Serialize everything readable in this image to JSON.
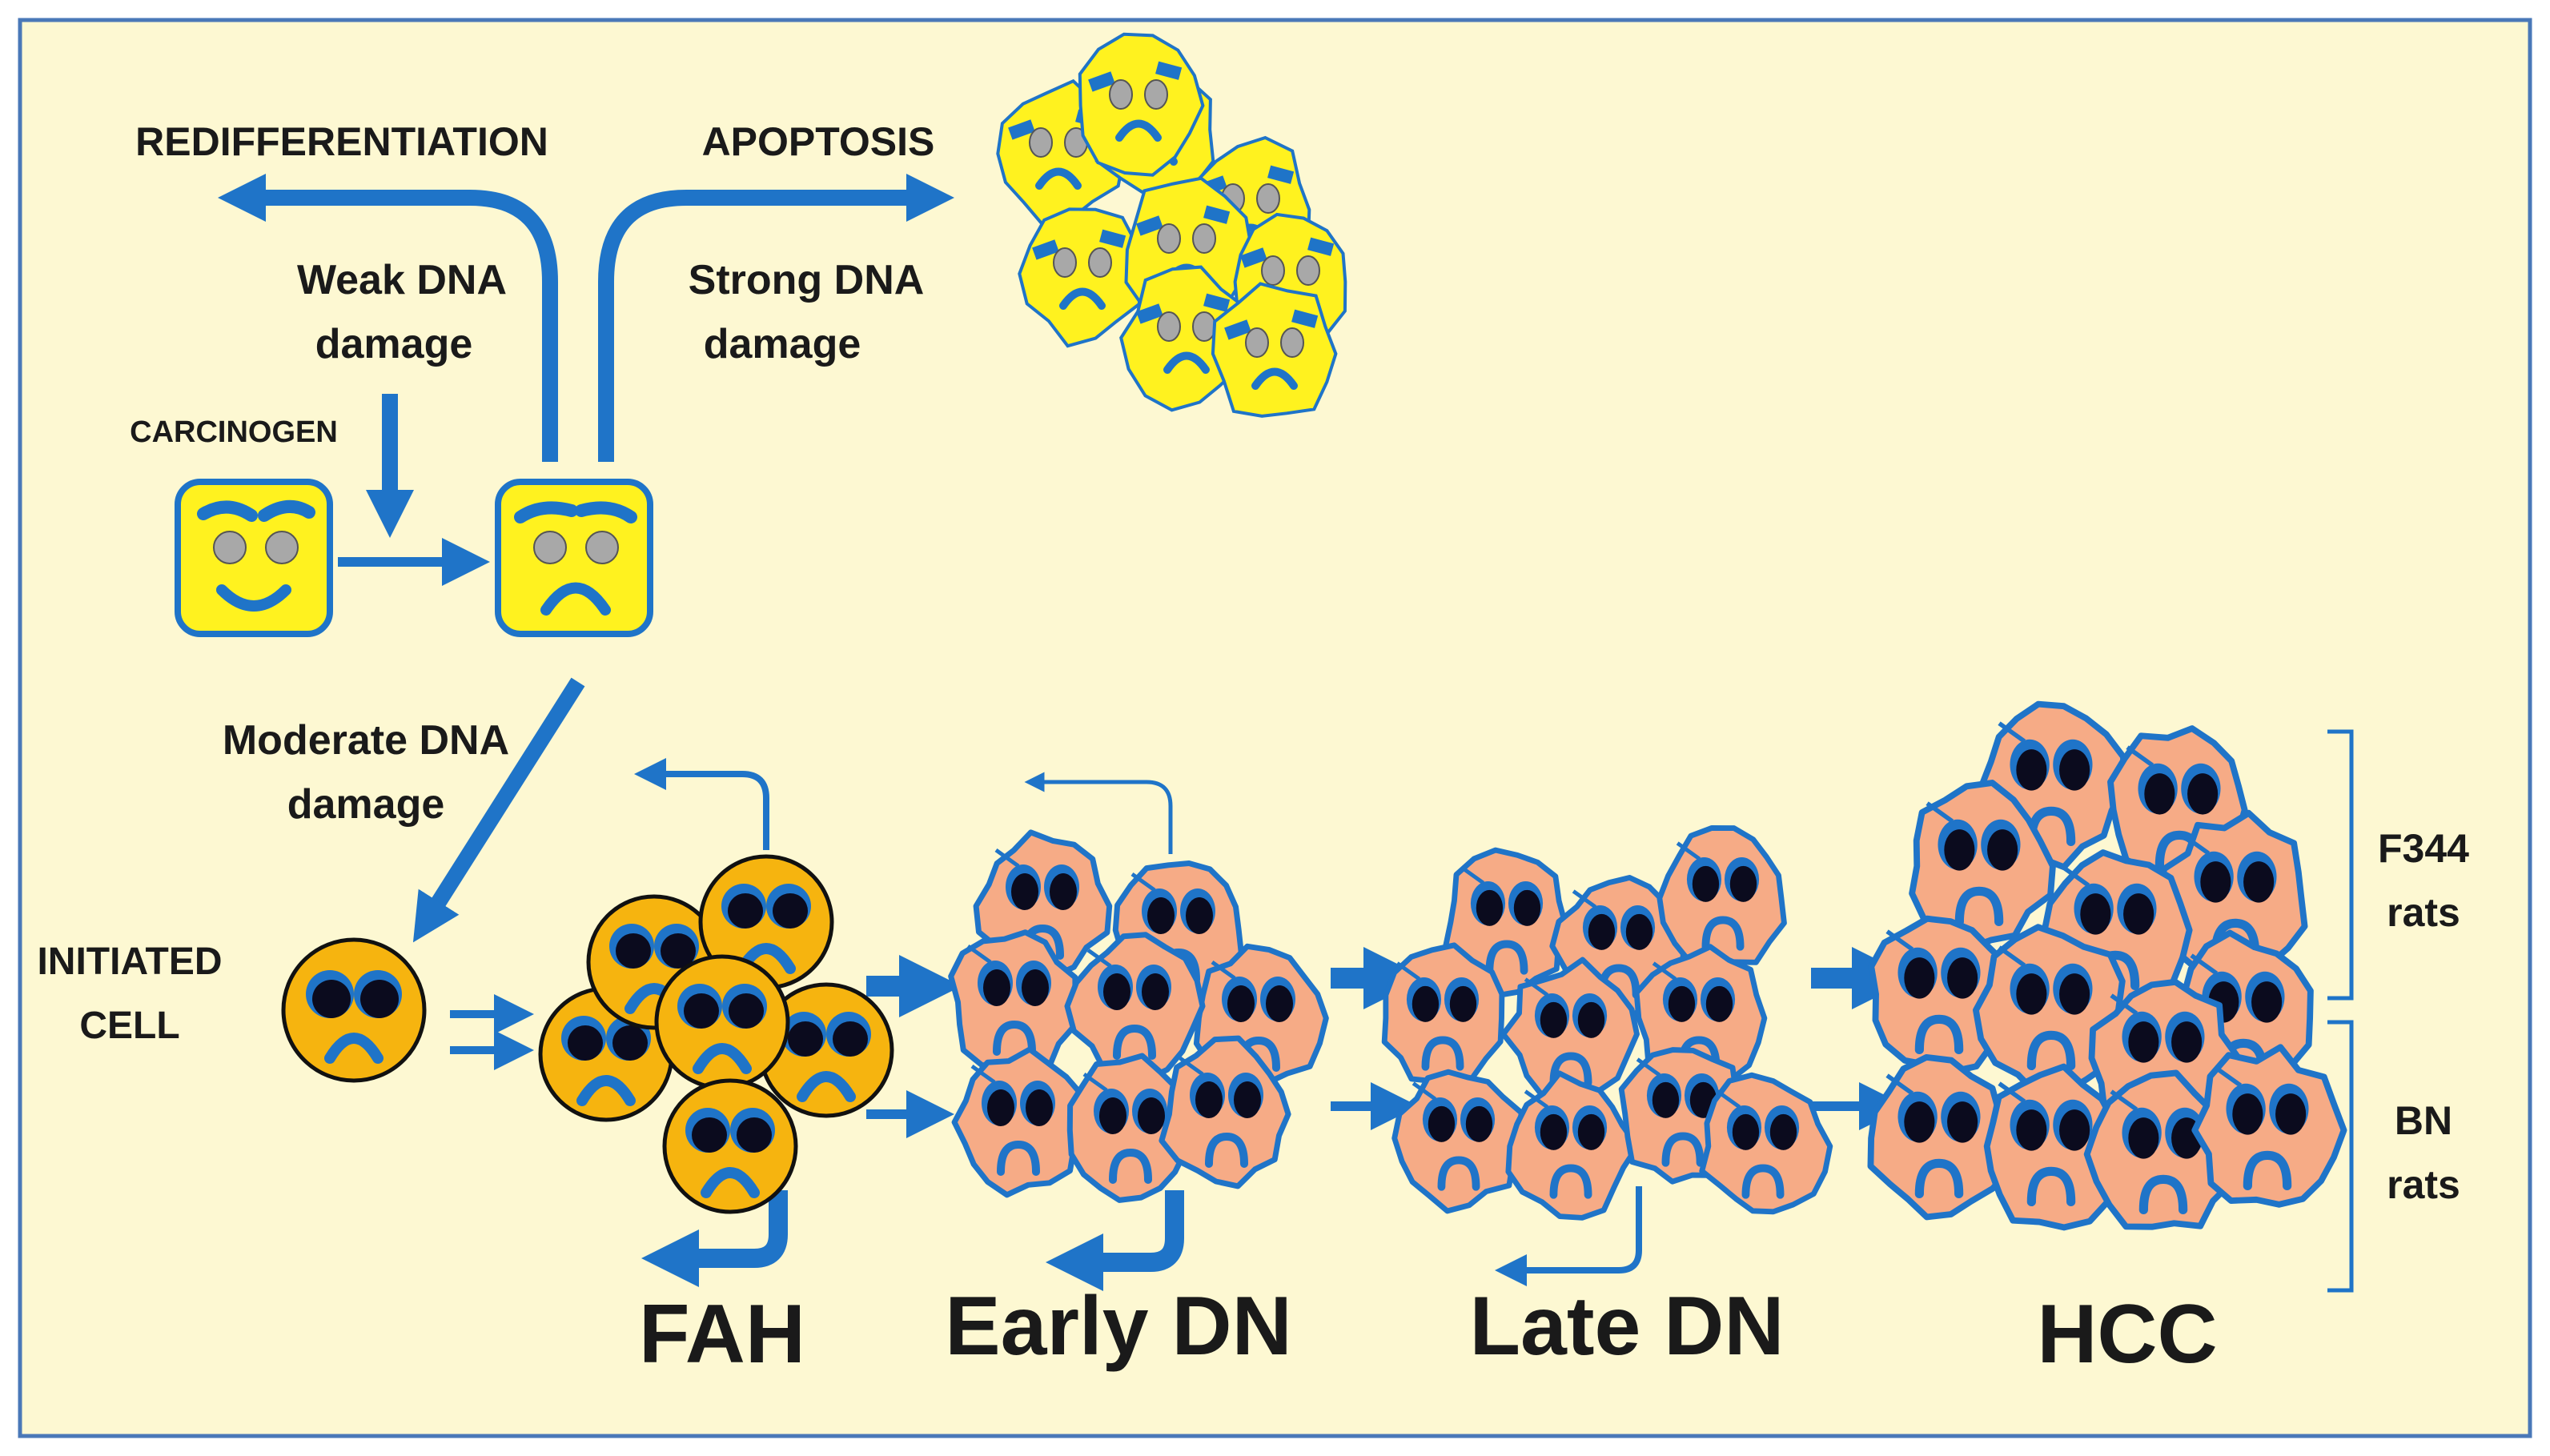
{
  "colors": {
    "background": "#fdf8d2",
    "border": "#4a78b8",
    "arrow": "#1f74c8",
    "yellow_cell": "#fff21f",
    "orange_cell": "#f6b40f",
    "salmon_cell": "#f6ab86",
    "eye": "#a8a8a8",
    "pupil": "#0b0b1e",
    "text": "#1a1a1a"
  },
  "labels": {
    "redifferentiation": "REDIFFERENTIATION",
    "apoptosis": "APOPTOSIS",
    "weak_damage_1": "Weak DNA",
    "weak_damage_2": "damage",
    "strong_damage_1": "Strong DNA",
    "strong_damage_2": "damage",
    "carcinogen": "CARCINOGEN",
    "moderate_damage_1": "Moderate DNA",
    "moderate_damage_2": "damage",
    "initiated_1": "INITIATED",
    "initiated_2": "CELL",
    "f344_1": "F344",
    "f344_2": "rats",
    "bn_1": "BN",
    "bn_2": "rats"
  },
  "stages": [
    {
      "key": "fah",
      "label": "FAH"
    },
    {
      "key": "early_dn",
      "label": "Early DN"
    },
    {
      "key": "late_dn",
      "label": "Late DN"
    },
    {
      "key": "hcc",
      "label": "HCC"
    }
  ],
  "icons": {
    "normal_cell": "happy-square-face-icon",
    "damaged_cell": "sad-square-face-icon",
    "apoptotic_cell": "sad-blob-face-icon",
    "initiated_cell": "sad-round-face-icon",
    "nodule_cell": "sad-tumor-face-icon"
  }
}
